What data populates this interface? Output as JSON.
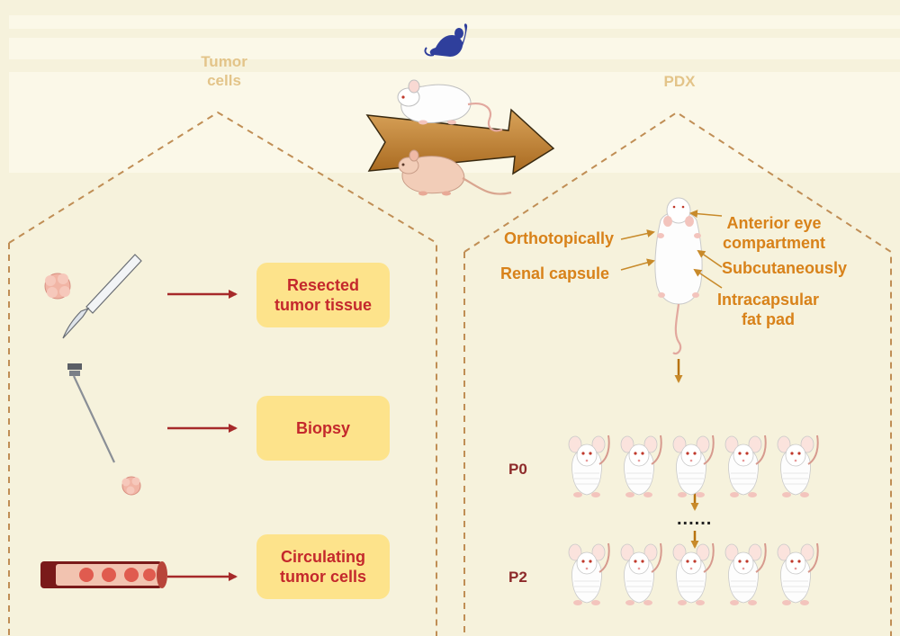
{
  "left_panel": {
    "title": "Tumor\ncells",
    "items": [
      {
        "icon": "scalpel-icon",
        "label": "Resected\ntumor tissue"
      },
      {
        "icon": "biopsy-needle-icon",
        "label": "Biopsy"
      },
      {
        "icon": "blood-vessel-icon",
        "label": "Circulating\ntumor cells"
      }
    ]
  },
  "right_panel": {
    "title": "PDX",
    "sites": {
      "left": [
        "Orthotopically",
        "Renal capsule"
      ],
      "right": [
        "Anterior eye\ncompartment",
        "Subcutaneously",
        "Intracapsular\nfat pad"
      ]
    },
    "passages": [
      {
        "label": "P0",
        "mice_count": 5
      },
      {
        "label": "P2",
        "mice_count": 5
      }
    ],
    "ellipsis": "......"
  },
  "colors": {
    "background": "#f6f2dc",
    "band": "#fbf8e8",
    "header_text": "#e3c489",
    "dashed_outline": "#c08e55",
    "box_fill": "#fde38b",
    "box_text": "#c4282c",
    "arrow_red": "#a62a2a",
    "arrow_gold": "#b8730f",
    "site_text": "#d8821a",
    "passage_text": "#8d2a2a",
    "mouse_icon": "#2f3f9c"
  }
}
